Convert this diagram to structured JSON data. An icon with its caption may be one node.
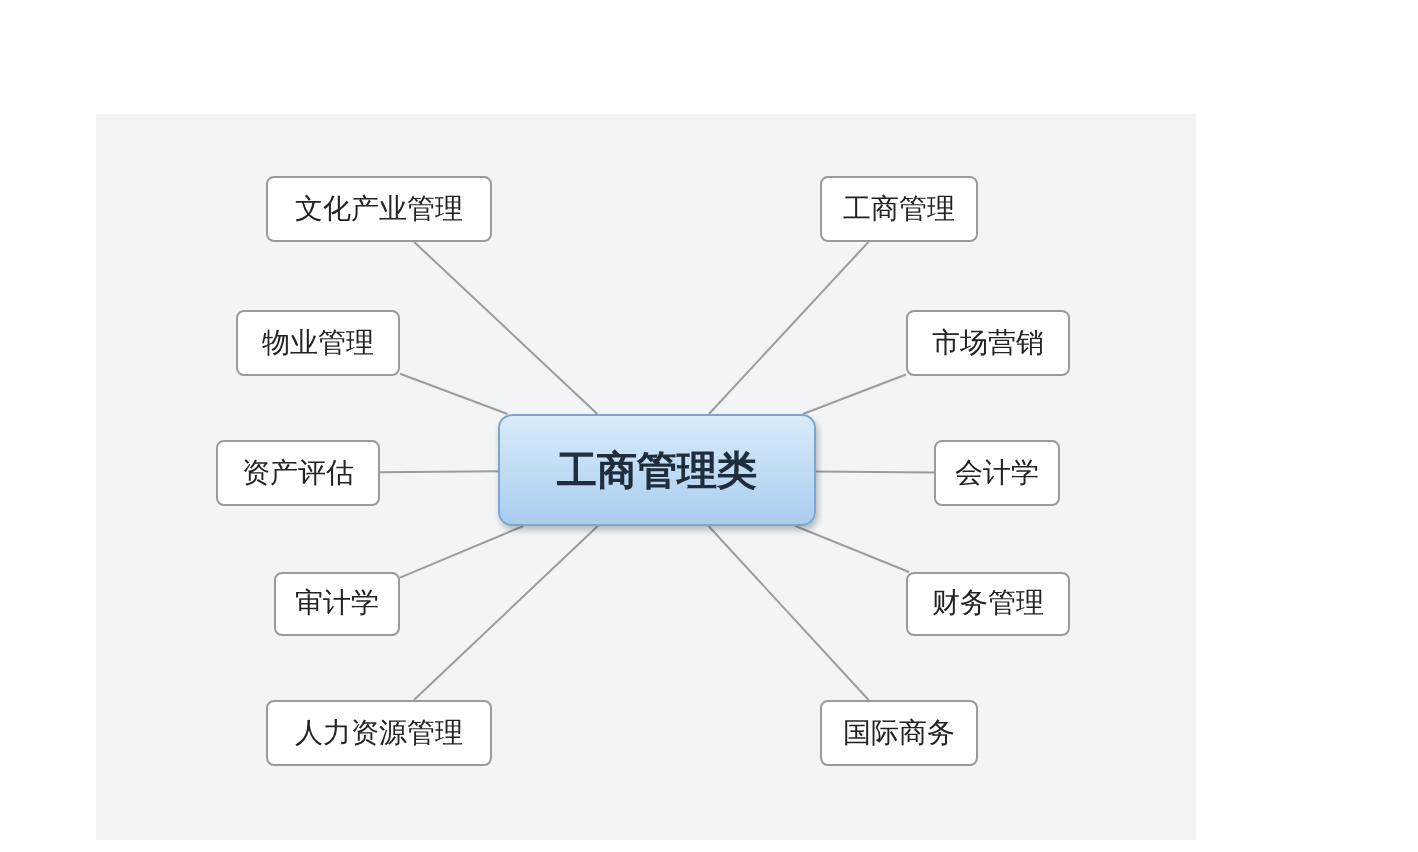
{
  "diagram": {
    "nodes": [
      {
        "text": [
          "工商管理类"
        ]
      },
      {
        "text": [
          "文化产业管理"
        ]
      },
      {
        "text": [
          "物业管理"
        ]
      },
      {
        "text": [
          "资产评估"
        ]
      },
      {
        "text": [
          "审计学"
        ]
      },
      {
        "text": [
          "人力资源管理"
        ]
      },
      {
        "text": [
          "工商管理"
        ]
      },
      {
        "text": [
          "市场营销"
        ]
      },
      {
        "text": [
          "会计学"
        ]
      },
      {
        "text": [
          "财务管理"
        ]
      },
      {
        "text": [
          "国际商务"
        ]
      }
    ],
    "edges": [
      {
        "from": 0,
        "to": 1,
        "arrow": "none"
      },
      {
        "from": 0,
        "to": 2,
        "arrow": "none"
      },
      {
        "from": 0,
        "to": 3,
        "arrow": "none"
      },
      {
        "from": 0,
        "to": 4,
        "arrow": "none"
      },
      {
        "from": 0,
        "to": 5,
        "arrow": "none"
      },
      {
        "from": 0,
        "to": 6,
        "arrow": "none"
      },
      {
        "from": 0,
        "to": 7,
        "arrow": "none"
      },
      {
        "from": 0,
        "to": 8,
        "arrow": "none"
      },
      {
        "from": 0,
        "to": 9,
        "arrow": "none"
      },
      {
        "from": 0,
        "to": 10,
        "arrow": "none"
      }
    ]
  }
}
